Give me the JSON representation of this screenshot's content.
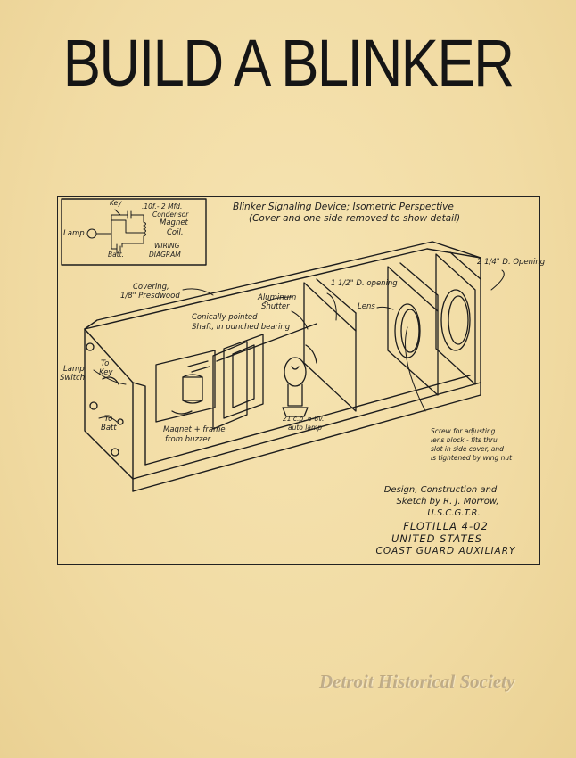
{
  "title": "BUILD A BLINKER",
  "diagram": {
    "caption_line1": "Blinker Signaling Device; Isometric Perspective",
    "caption_line2": "(Cover and one side removed to show detail)",
    "wiring": {
      "key": "Key",
      "condenser_value": ".10f.-.2 Mfd.",
      "condenser": "Condensor",
      "magnet": "Magnet",
      "coil": "Coil.",
      "lamp": "Lamp",
      "batt": "Batt.",
      "heading1": "WIRING",
      "heading2": "DIAGRAM"
    },
    "labels": {
      "covering1": "Covering,",
      "covering2": "1/8\" Presdwood",
      "aluminum1": "Aluminum",
      "aluminum2": "Shutter",
      "opening_small": "1 1/2\" D. opening",
      "opening_large": "2 1/4\" D. Opening",
      "lens": "Lens",
      "shaft1": "Conically pointed",
      "shaft2": "Shaft, in punched bearing",
      "lamp_switch1": "Lamp",
      "lamp_switch2": "Switch",
      "to_key1": "To",
      "to_key2": "Key",
      "to_batt1": "To",
      "to_batt2": "Batt",
      "magnet1": "Magnet + frame",
      "magnet2": "from buzzer",
      "auto_lamp1": "21 c.p. 6-8v.",
      "auto_lamp2": "auto lamp",
      "screw1": "Screw for adjusting",
      "screw2": "lens block - fits thru",
      "screw3": "slot in side cover, and",
      "screw4": "is tightened by wing nut"
    },
    "credit_line1": "Design, Construction and",
    "credit_line2": "Sketch by R. J. Morrow,",
    "credit_line3": "U.S.C.G.T.R.",
    "org_line1": "FLOTILLA 4-02",
    "org_line2": "UNITED STATES",
    "org_line3": "COAST GUARD AUXILIARY"
  },
  "watermark": "Detroit Historical Society"
}
